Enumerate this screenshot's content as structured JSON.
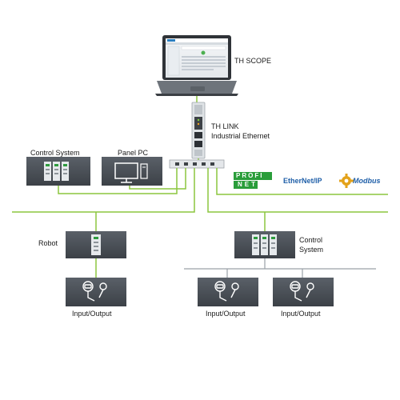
{
  "labels": {
    "scope": "TH SCOPE",
    "link_line1": "TH LINK",
    "link_line2": "Industrial Ethernet",
    "control_system_top": "Control System",
    "panel_pc": "Panel PC",
    "robot": "Robot",
    "control_system_right_line1": "Control",
    "control_system_right_line2": "System",
    "io_left": "Input/Output",
    "io_mid": "Input/Output",
    "io_right": "Input/Output"
  },
  "protocols": {
    "profinet_line1": "PROFI",
    "profinet_line2": "NET",
    "ethernetip": "EtherNet/IP",
    "modbus": "Modbus"
  },
  "colors": {
    "network_green": "#8cc63f",
    "box_dark": "#4a5057",
    "module_green": "#2e9b3e",
    "profinet_green": "#2a9d3a",
    "modbus_blue": "#1f5fa8",
    "modbus_gold": "#e3a21a"
  }
}
